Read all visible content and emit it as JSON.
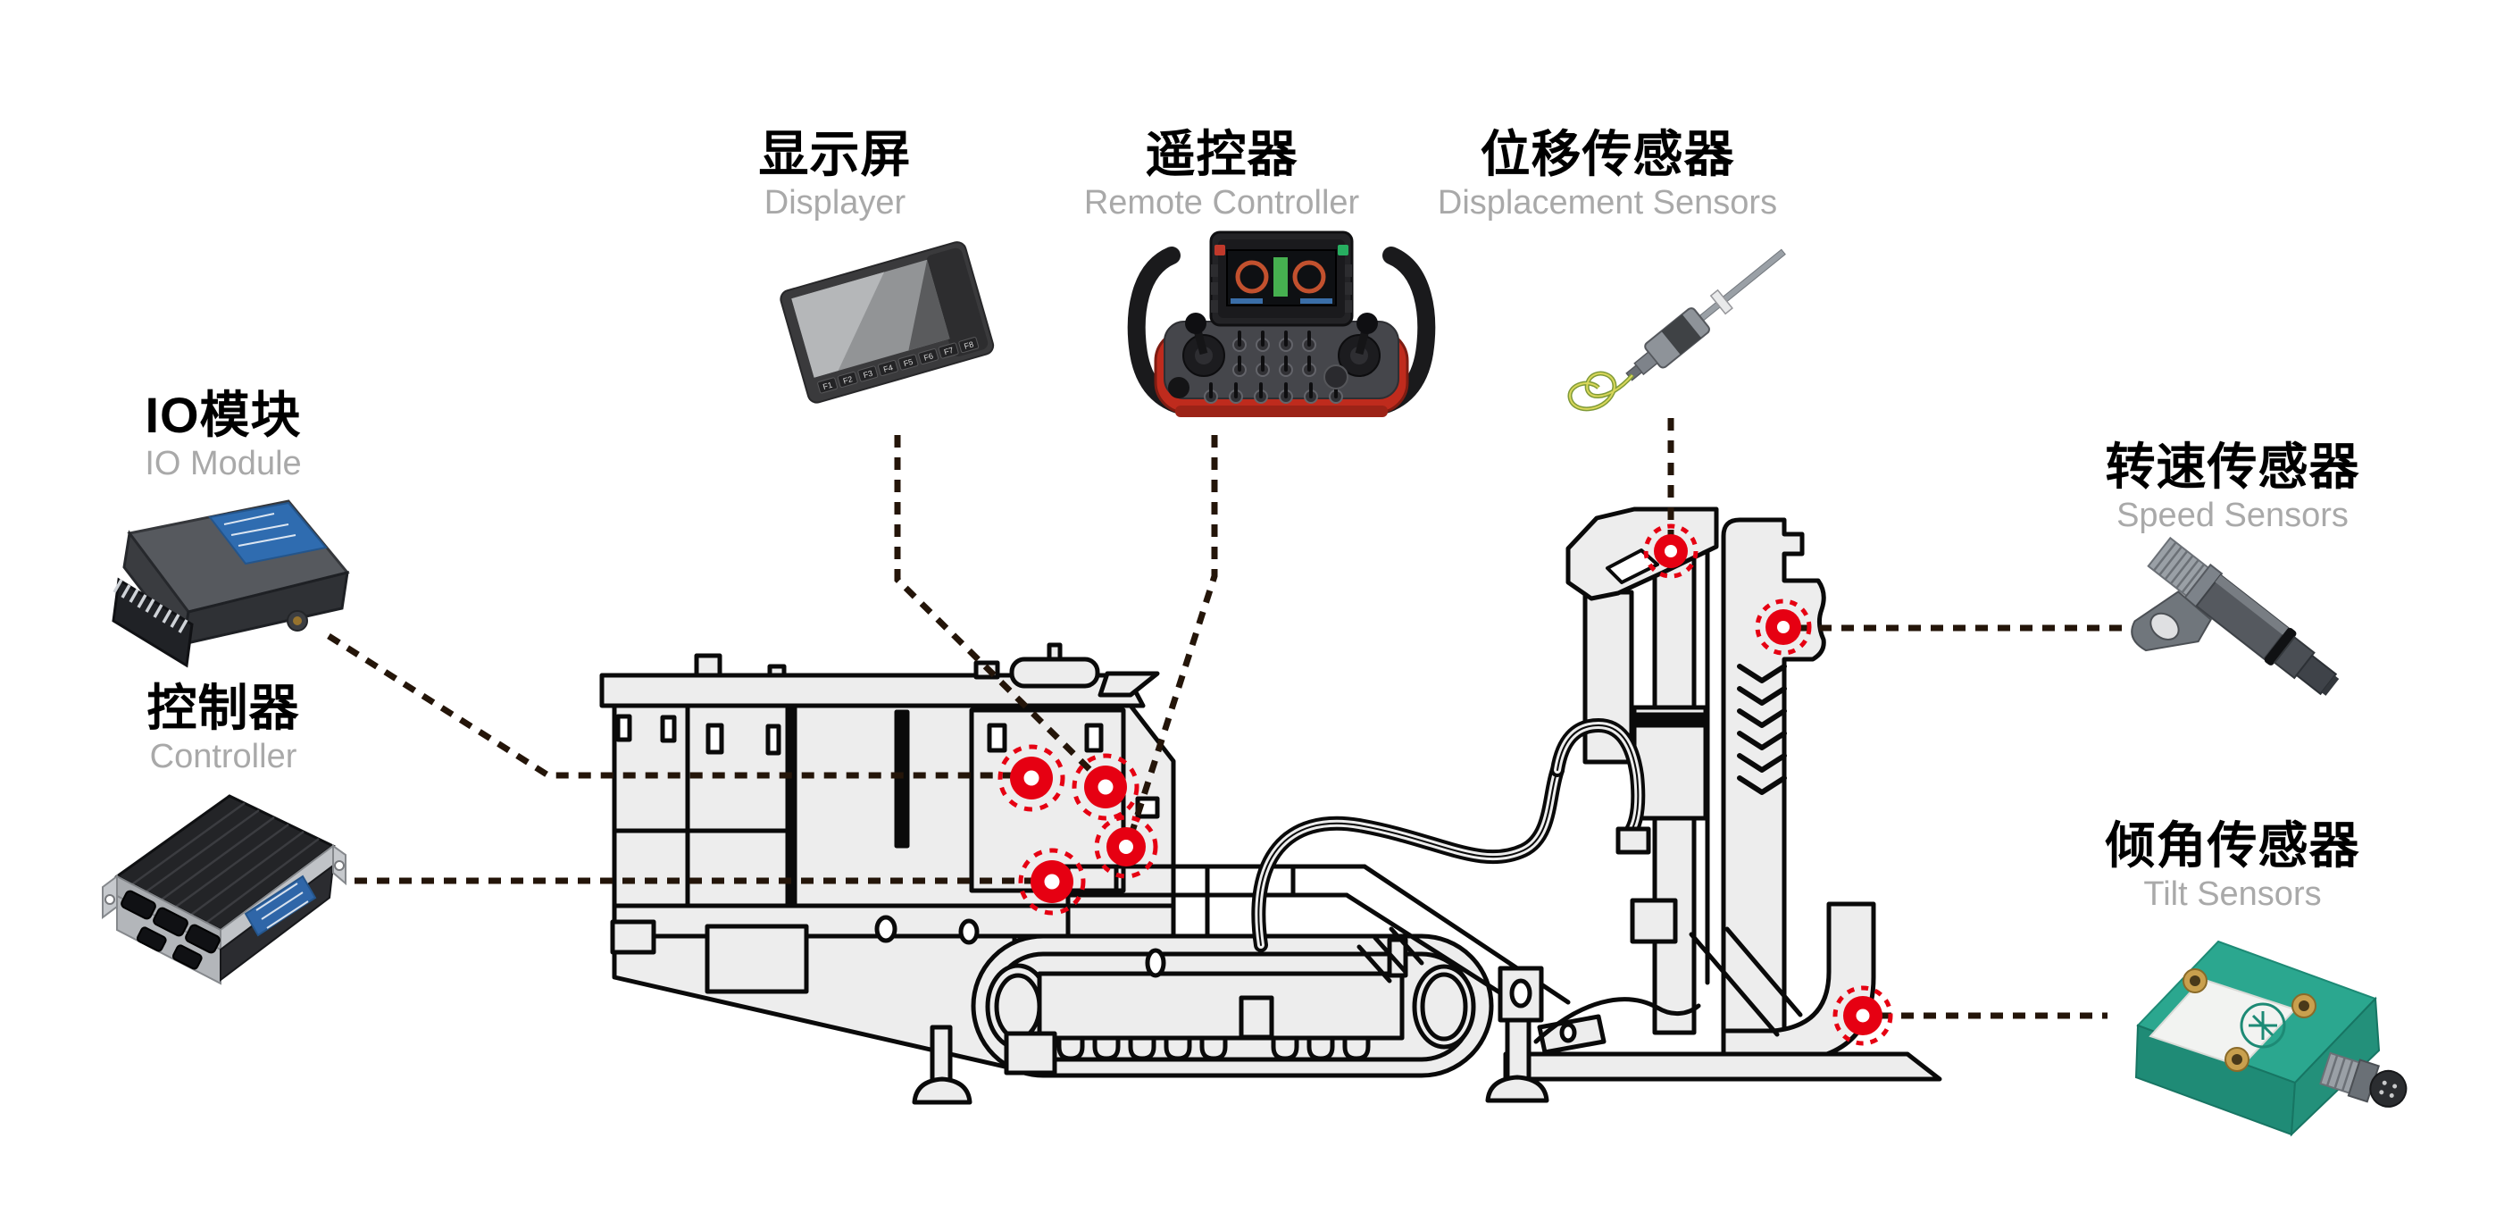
{
  "diagram": {
    "components": [
      {
        "id": "displayer",
        "zh": "显示屏",
        "en": "Displayer"
      },
      {
        "id": "remote-controller",
        "zh": "遥控器",
        "en": "Remote Controller"
      },
      {
        "id": "displacement-sensors",
        "zh": "位移传感器",
        "en": "Displacement Sensors"
      },
      {
        "id": "io-module",
        "zh": "IO模块",
        "en": "IO Module"
      },
      {
        "id": "controller",
        "zh": "控制器",
        "en": "Controller"
      },
      {
        "id": "speed-sensors",
        "zh": "转速传感器",
        "en": "Speed Sensors"
      },
      {
        "id": "tilt-sensors",
        "zh": "倾角传感器",
        "en": "Tilt Sensors"
      }
    ],
    "display_buttons": [
      "F1",
      "F2",
      "F3",
      "F4",
      "F5",
      "F6",
      "F7",
      "F8"
    ],
    "hotspot_count": 7,
    "colors": {
      "hotspot_red": "#e60012",
      "connector_line": "#241509",
      "machine_fill": "#ededed",
      "machine_stroke": "#0a0a0a",
      "label_zh": "#000000",
      "label_en": "#a9a9a9",
      "tilt_sensor_body": "#2aa78f",
      "remote_body_red": "#bf2b1d",
      "io_label_blue": "#2f6cb0"
    }
  }
}
